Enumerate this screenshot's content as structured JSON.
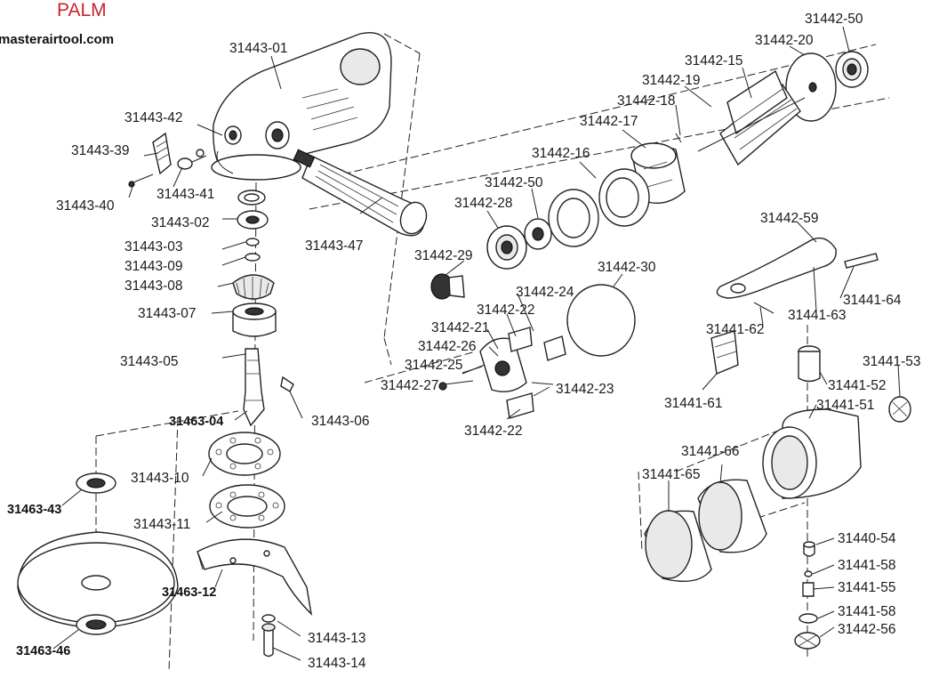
{
  "brand": {
    "name": "PALM",
    "website": "masterairtool.com"
  },
  "part_labels": {
    "p31443_01": "31443-01",
    "p31443_42": "31443-42",
    "p31443_39": "31443-39",
    "p31443_41": "31443-41",
    "p31443_40": "31443-40",
    "p31443_02": "31443-02",
    "p31443_03": "31443-03",
    "p31443_09": "31443-09",
    "p31443_08": "31443-08",
    "p31443_07": "31443-07",
    "p31443_05": "31443-05",
    "p31463_04": "31463-04",
    "p31443_06": "31443-06",
    "p31443_47": "31443-47",
    "p31443_10": "31443-10",
    "p31463_43": "31463-43",
    "p31443_11": "31443-11",
    "p31463_12": "31463-12",
    "p31443_13": "31443-13",
    "p31443_14": "31443-14",
    "p31463_46": "31463-46",
    "p31442_50a": "31442-50",
    "p31442_20": "31442-20",
    "p31442_15": "31442-15",
    "p31442_19": "31442-19",
    "p31442_18": "31442-18",
    "p31442_17": "31442-17",
    "p31442_16": "31442-16",
    "p31442_50b": "31442-50",
    "p31442_28": "31442-28",
    "p31442_29": "31442-29",
    "p31442_30": "31442-30",
    "p31442_24": "31442-24",
    "p31442_22a": "31442-22",
    "p31442_21": "31442-21",
    "p31442_26": "31442-26",
    "p31442_25": "31442-25",
    "p31442_27": "31442-27",
    "p31442_23": "31442-23",
    "p31442_22b": "31442-22",
    "p31442_59": "31442-59",
    "p31441_64": "31441-64",
    "p31441_62": "31441-62",
    "p31441_63": "31441-63",
    "p31441_61": "31441-61",
    "p31441_53": "31441-53",
    "p31441_52": "31441-52",
    "p31441_51": "31441-51",
    "p31441_66": "31441-66",
    "p31441_65": "31441-65",
    "p31440_54": "31440-54",
    "p31441_58a": "31441-58",
    "p31441_55": "31441-55",
    "p31441_58b": "31441-58",
    "p31442_56": "31442-56"
  }
}
